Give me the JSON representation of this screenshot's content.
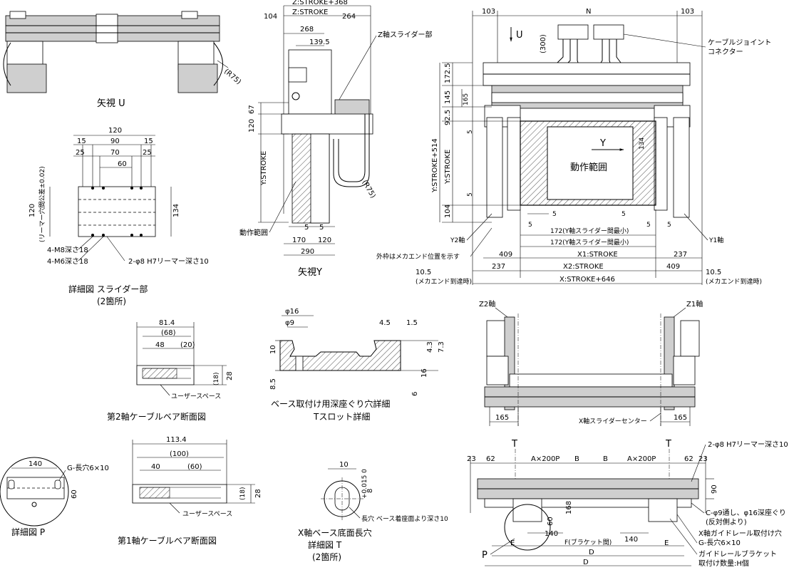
{
  "titles": {
    "view_u": "矢視 U",
    "view_y": "矢視Y",
    "detail_slider_1": "詳細図 スライダー部",
    "detail_slider_2": "(2箇所)",
    "cable2": "第2軸ケーブルベア断面図",
    "cable1": "第1軸ケーブルベア断面図",
    "base_detail_1": "ベース取付け用深座ぐり穴詳細",
    "base_detail_2": "Tスロット詳細",
    "detail_p": "詳細図 P",
    "xbase_1": "X軸ベース底面長穴",
    "xbase_2": "詳細図 T",
    "xbase_3": "(2箇所)"
  },
  "labels": {
    "z_slider": "Z軸スライダー部",
    "cable_joint_1": "ケーブルジョイント",
    "cable_joint_2": "コネクター",
    "operating_range": "動作範囲",
    "operating_range_small": "動作範囲",
    "y2": "Y2軸",
    "y1": "Y1軸",
    "z2": "Z2軸",
    "z1": "Z1軸",
    "outer_frame": "外枠はメカエンド位置を示す",
    "mech_end_l": "(メカエンド到達時)",
    "mech_end_r": "(メカエンド到達時)",
    "x_slider_center": "X軸スライダーセンター",
    "user_space_2": "ユーザースペース",
    "user_space_1": "ユーザースペース",
    "reamer_2": "2-φ8 H7リーマー深さ10",
    "m8": "4-M8深さ18",
    "m6": "4-M6深さ18",
    "reamer_tol": "(リーマー穴間公差±0.02)",
    "g_slot": "G-長穴6×10",
    "slot_depth": "長穴 ベース着座面より深さ10",
    "reamer_br": "2-φ8 H7リーマー深さ10",
    "c_holes_1": "C-φ9通し、φ16深座ぐり",
    "c_holes_2": "(反対側より)",
    "g_slot_br": "G-長穴6×10",
    "rail_mount": "X軸ガイドレール取付け穴",
    "rail_bracket_1": "ガイドレールブラケット",
    "rail_bracket_2": "取付け数量:H個",
    "bracket_pitch": "F(ブラケット間)",
    "y_arrow": "Y",
    "u_arrow": "U",
    "t_mark_l": "T",
    "t_mark_r": "T",
    "p_mark": "P"
  },
  "dims": {
    "z_stroke_368": "Z:STROKE+368",
    "z_stroke": "Z:STROKE",
    "d104": "104",
    "d264": "264",
    "d268": "268",
    "d139_5": "139.5",
    "d67": "67",
    "d120v": "120",
    "y_stroke_v": "Y:STROKE",
    "d5a": "5",
    "d5b": "5",
    "d170": "170",
    "d120h": "120",
    "d290": "290",
    "r75a": "(R75)",
    "r75b": "(R75)",
    "n103l": "103",
    "nN": "N",
    "n103r": "103",
    "d300": "(300)",
    "d172_5": "172.5",
    "d145": "145",
    "d92_5": "92.5",
    "d165v": "165",
    "d5c": "5",
    "d134": "134",
    "y_stroke_514": "Y:STROKE+514",
    "y_stroke_r": "Y:STROKE",
    "d104b": "104",
    "d5d": "5",
    "d5e": "5",
    "d5f": "5",
    "d5g": "5",
    "d5h": "5",
    "d5i": "5",
    "d172a": "172(Y軸スライダー間最小)",
    "d172b": "172(Y軸スライダー間最小)",
    "d409a": "409",
    "x1_stroke": "X1:STROKE",
    "d237a": "237",
    "d237b": "237",
    "x2_stroke": "X2:STROKE",
    "d409b": "409",
    "d10_5a": "10.5",
    "d10_5b": "10.5",
    "x_stroke_646": "X:STROKE+646",
    "s120": "120",
    "s15a": "15",
    "s90": "90",
    "s15b": "15",
    "s25a": "25",
    "s70": "70",
    "s25b": "25",
    "s60": "60",
    "s120v": "120",
    "s134": "134",
    "c81_4": "81.4",
    "c68": "(68)",
    "c48": "48",
    "c20": "(20)",
    "c18": "(18)",
    "c28": "28",
    "c113_4": "113.4",
    "c100": "(100)",
    "c40": "40",
    "c60": "(60)",
    "c18b": "(18)",
    "c28b": "28",
    "b16": "φ16",
    "b9": "φ9",
    "b10": "10",
    "b8_5": "8.5",
    "b4_5": "4.5",
    "b1_5": "1.5",
    "b4_3": "4.3",
    "b7_3": "7.3",
    "b16v": "16",
    "b6": "6",
    "p140": "140",
    "p60": "60",
    "t10": "10",
    "t8": "8",
    "t8tol": "+0.015 0",
    "z165a": "165",
    "z165b": "165",
    "b23a": "23",
    "b62a": "62",
    "ax200a": "A×200P",
    "bB1": "B",
    "bB2": "B",
    "ax200b": "A×200P",
    "b62b": "62",
    "b23b": "23",
    "b90": "90",
    "b168": "168",
    "b60": "60",
    "b140a": "140",
    "b140b": "140",
    "bE1": "E",
    "bE2": "E",
    "bD1": "D",
    "bD2": "D"
  }
}
